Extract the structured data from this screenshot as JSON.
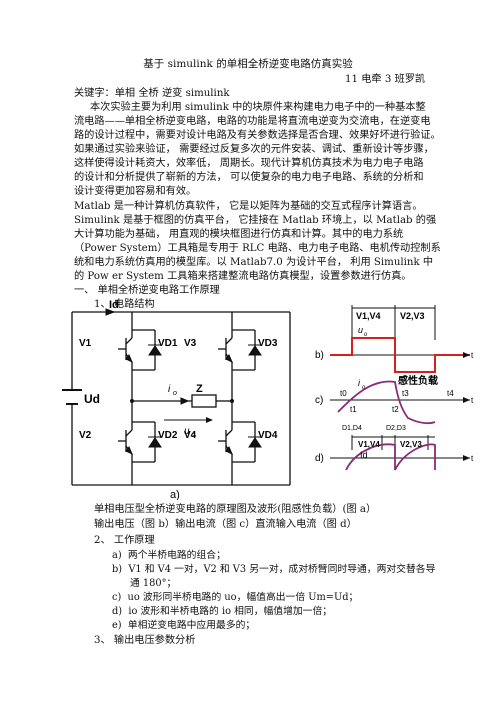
{
  "title": "基于 simulink 的单相全桥逆变电路仿真实验",
  "author": "11 电牵 3 班罗凯",
  "keywords": "关键字：单相  全桥  逆变  simulink",
  "para1": [
    "本次实验主要为利用 simulink 中的块原件来构建电力电子中的一种基本整",
    "流电路——单相全桥逆变电路，电路的功能是将直流电逆变为交流电，在逆变电",
    "路的设计过程中，需要对设计电路及有关参数选择是否合理、效果好坏进行验证。",
    "如果通过实验来验证，  需要经过反复多次的元件安装、调试、重新设计等步骤，",
    "这样使得设计耗资大，效率低，  周期长。现代计算机仿真技术为电力电子电路",
    "的设计和分析提供了崭新的方法，  可以使复杂的电力电子电路、系统的分析和",
    "设计变得更加容易和有效。"
  ],
  "para2": [
    "Matlab  是一种计算机仿真软件，  它是以矩阵为基础的交互式程序计算语言。",
    "Simulink  是基于框图的仿真平台，  它挂接在 Matlab  环境上，以 Matlab  的强",
    "大计算功能为基础，  用直观的模块框图进行仿真和计算。其中的电力系统",
    "（Power System）工具箱是专用于 RLC 电路、电力电子电路、电机传动控制系",
    "统和电力系统仿真用的模型库。以 Matlab7.0  为设计平台，  利用 Simulink  中",
    "的 Pow er System  工具箱来搭建整流电路仿真模型，设置参数进行仿真。"
  ],
  "section1": "一、    单相全桥逆变电路工作原理",
  "sub1": "1、      电路结构",
  "circuit": {
    "Id": "Id",
    "V1": "V1",
    "VD1": "VD1",
    "V3": "V3",
    "VD3": "VD3",
    "V2": "V2",
    "VD2": "VD2",
    "V4": "V4",
    "VD4": "VD4",
    "Ud": "Ud",
    "Z": "Z",
    "io": "i",
    "io_sub": "o",
    "uo": "u",
    "uo_sub": "o",
    "label_a": "a)"
  },
  "waves": {
    "h1": "V1,V4",
    "h2": "V2,V3",
    "uo": "u",
    "uo_sub": "o",
    "io": "i",
    "io_sub": "o",
    "b": "b)",
    "c": "c)",
    "d": "d)",
    "t": "t",
    "t_c": "t",
    "t_d": "t",
    "load": "感性负载",
    "t0": "t0",
    "t1": "t1",
    "t2": "t2",
    "t3": "t3",
    "t4": "t4",
    "d14": "D1,D4",
    "d23": "D2,D3",
    "v14": "V1,V4",
    "v23": "V2,V3",
    "Id": "Id"
  },
  "caption1": "单相电压型全桥逆变电路的原理图及波形(阻感性负载）(图 a）",
  "caption2": "输出电压（图 b）输出电流（图 c）直流输入电流（图 d）",
  "sub2": "2、      工作原理",
  "items": [
    {
      "mark": "a)",
      "text": "两个半桥电路的组合；"
    },
    {
      "mark": "b)",
      "text": "V1 和 V4 一对，V2 和 V3 另一对，成对桥臂同时导通，两对交替各导"
    },
    {
      "mark": "",
      "text": "通 180°；"
    },
    {
      "mark": "c)",
      "text": "uo 波形同半桥电路的 uo，幅值高出一倍 Um=Ud；"
    },
    {
      "mark": "d)",
      "text": "io 波形和半桥电路的 io 相同，幅值增加一倍；"
    },
    {
      "mark": "e)",
      "text": "单相逆变电路中应用最多的；"
    }
  ],
  "sub3": "3、      输出电压参数分析",
  "colors": {
    "wave_red": "#d42020",
    "wave_purple": "#8a2a7a",
    "ink": "#111111"
  }
}
